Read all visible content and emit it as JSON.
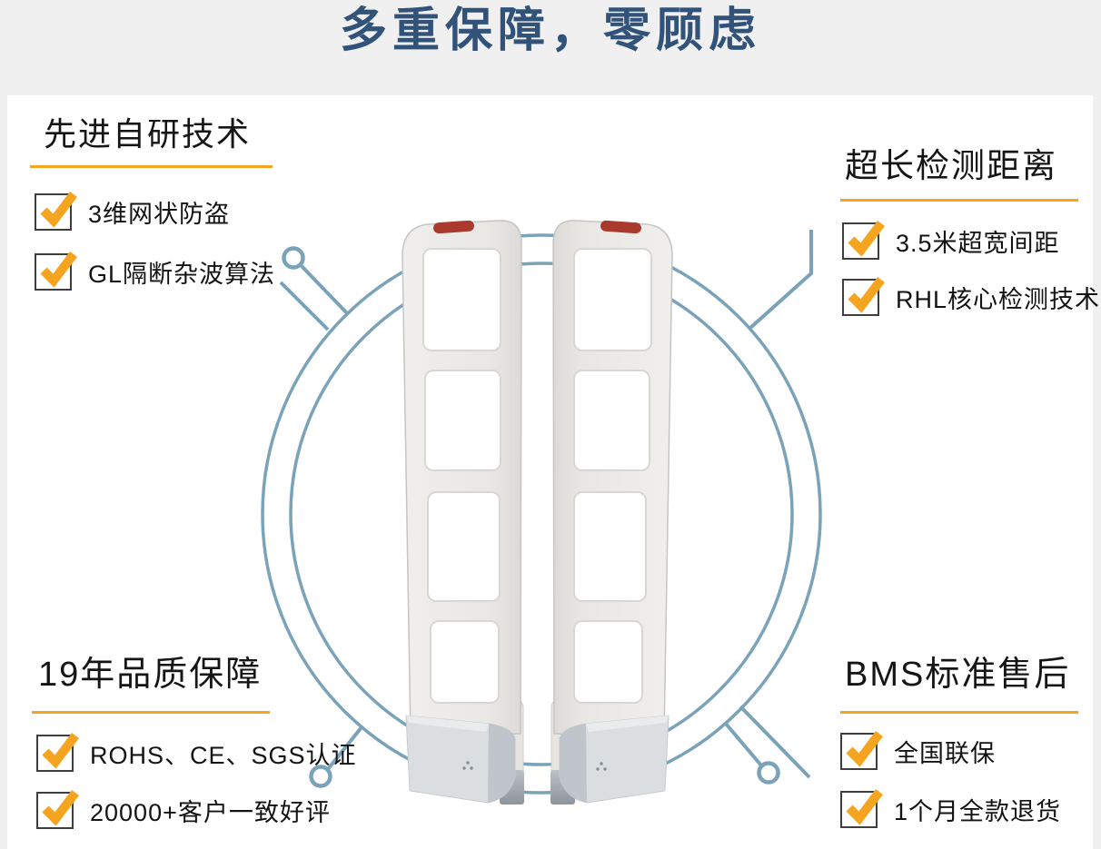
{
  "header": {
    "title": "多重保障，零顾虑"
  },
  "features": [
    {
      "position": "top-left",
      "title": "先进自研技术",
      "items": [
        "3维网状防盗",
        "GL隔断杂波算法"
      ]
    },
    {
      "position": "top-right",
      "title": "超长检测距离",
      "items": [
        "3.5米超宽间距",
        "RHL核心检测技术"
      ]
    },
    {
      "position": "bottom-left",
      "title": "19年品质保障",
      "items": [
        "ROHS、CE、SGS认证",
        "20000+客户一致好评"
      ]
    },
    {
      "position": "bottom-right",
      "title": "BMS标准售后",
      "items": [
        "全国联保",
        "1个月全款退货"
      ]
    }
  ],
  "colors": {
    "page_gray": "#F0F0F0",
    "title_blue": "#315379",
    "accent_orange": "#F5A41F",
    "connector_blue": "#7AA2B8",
    "gate_red": "#A93A2D"
  },
  "illustration": {
    "name": "eas-security-gate-pair"
  }
}
